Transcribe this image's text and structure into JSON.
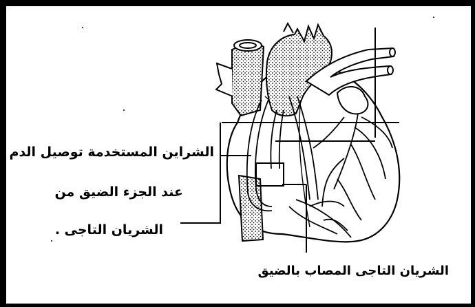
{
  "diagram": {
    "labels": {
      "grafts": [
        "الشراين المستخدمة توصيل الدم",
        "عند الجزء الضيق من",
        "الشريان التاجى ."
      ],
      "narrowed_artery": "الشريان التاجى المصاب بالضيق"
    }
  }
}
